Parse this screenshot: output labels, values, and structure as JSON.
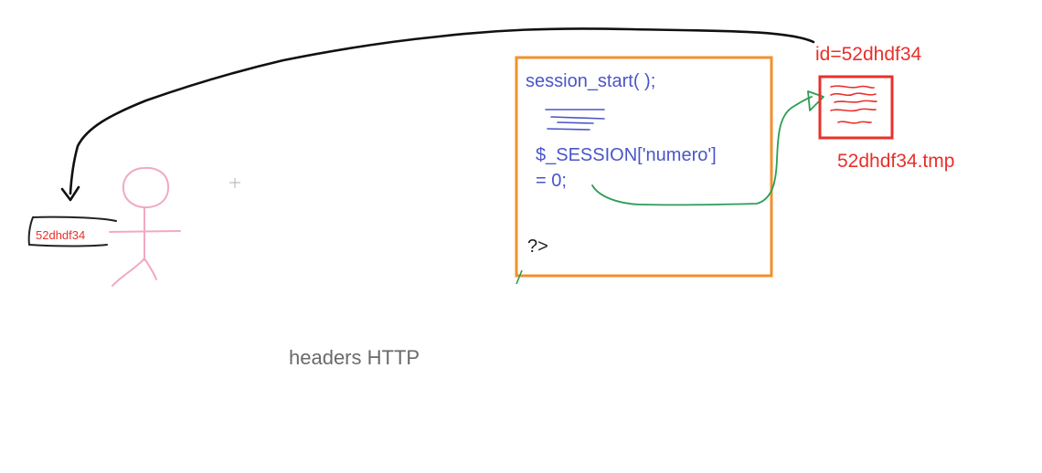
{
  "colors": {
    "server_box": "#f0902e",
    "code": "#4a55c9",
    "session_file": "#e8302a",
    "client": "#f2a9c2",
    "cookie_arrow": "#111111",
    "write_arrow": "#2c9e55",
    "caption": "#6a6a6a"
  },
  "code": {
    "line1": "session_start( );",
    "line2": "$_SESSION['numero']",
    "line3": "= 0;",
    "line4": "?>"
  },
  "session_file": {
    "cookie_label": "id=52dhdf34",
    "file_name": "52dhdf34.tmp",
    "icon": "document-icon"
  },
  "client": {
    "icon": "stick-figure-icon",
    "cookie_value": "52dhdf34"
  },
  "caption": "headers HTTP"
}
